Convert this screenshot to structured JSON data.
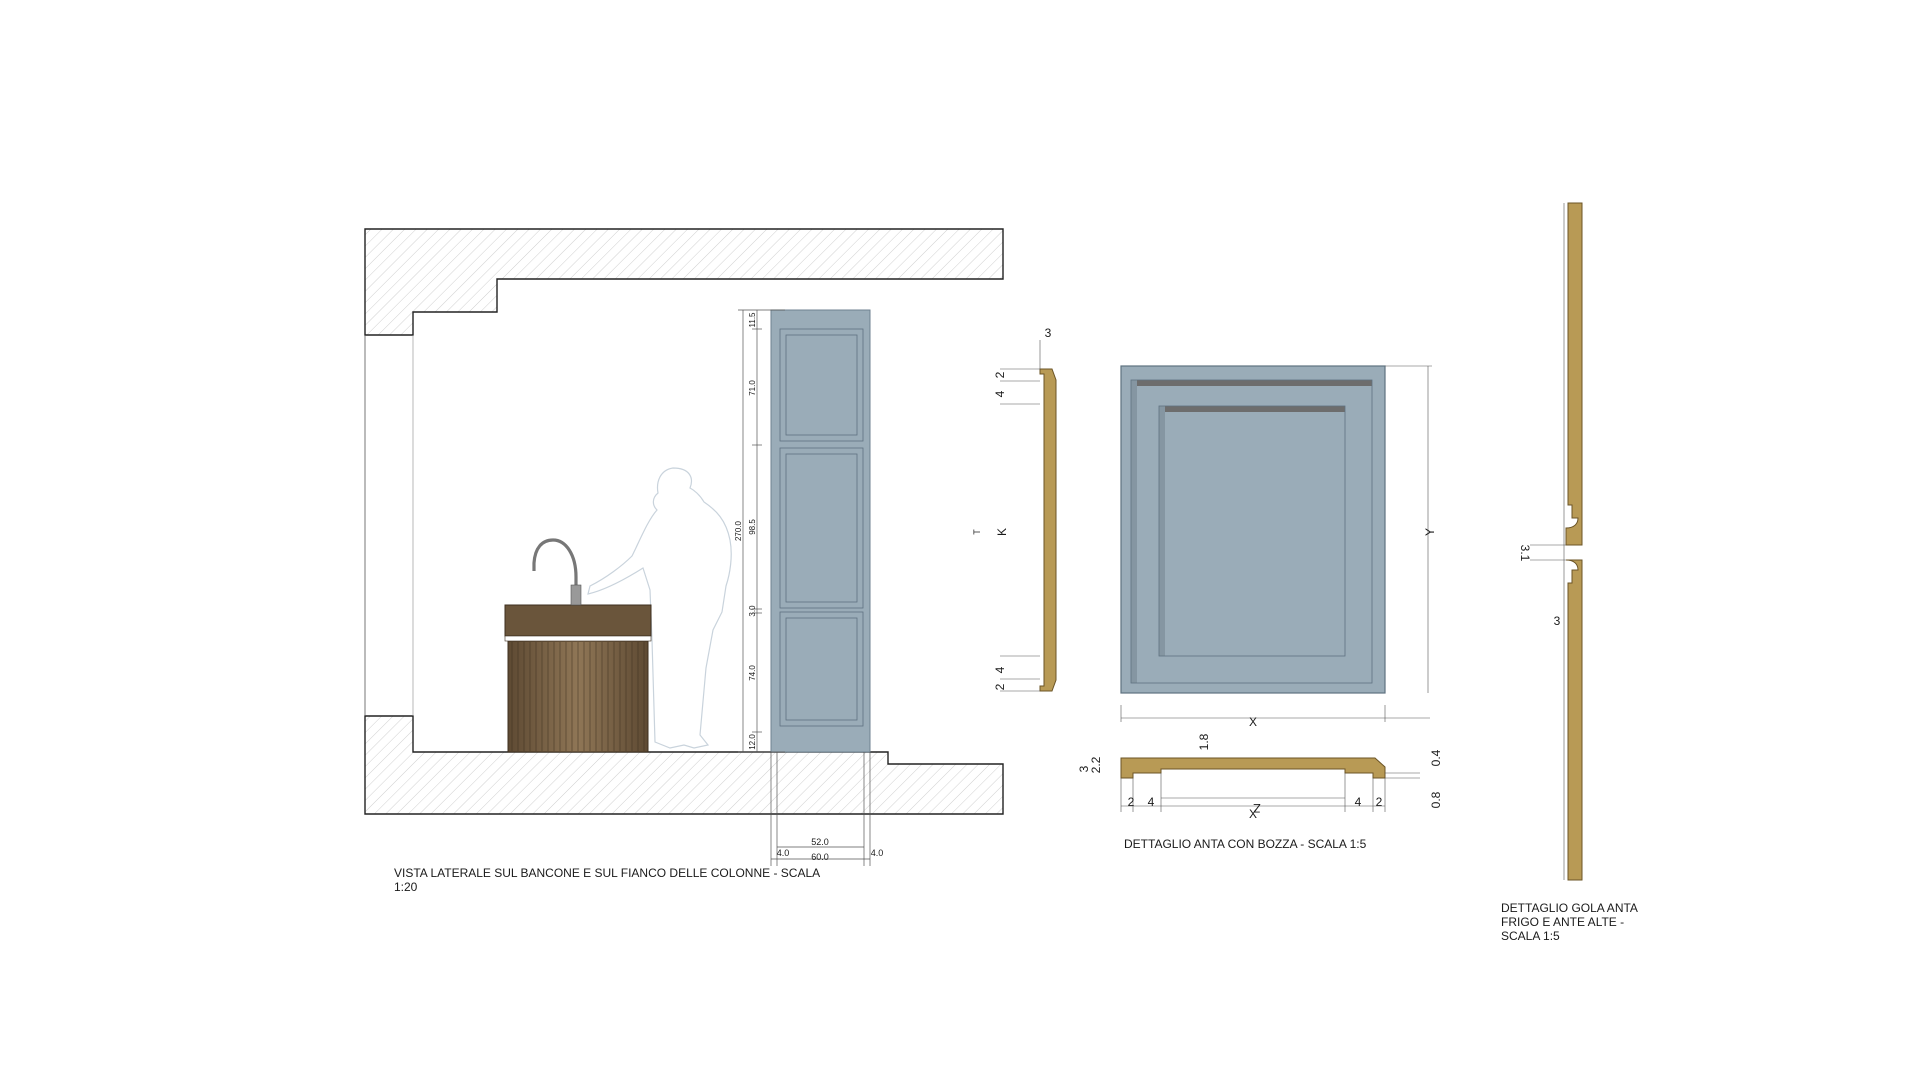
{
  "captions": {
    "side_view": "VISTA LATERALE SUL BANCONE E SUL FIANCO DELLE COLONNE - SCALA 1:20",
    "door_detail": "DETTAGLIO ANTA CON BOZZA - SCALA 1:5",
    "gola_detail": "DETTAGLIO GOLA ANTA  FRIGO E ANTE ALTE - SCALA 1:5"
  },
  "side_view_dims": {
    "d1": "11.5",
    "d2": "71.0",
    "d3": "98.5",
    "d4": "3.0",
    "d5": "74.0",
    "d6": "12.0",
    "total": "270.0",
    "w_inner": "52.0",
    "w_total": "60.0",
    "w_left": "4.0",
    "w_right": "4.0"
  },
  "door_section_dims": {
    "top": "3",
    "a": "2",
    "b": "4",
    "k": "K",
    "k2": "T",
    "c": "4",
    "d": "2"
  },
  "door_front_dims": {
    "x": "X",
    "y": "Y"
  },
  "door_bottom_dims": {
    "d18": "1.8",
    "d3": "3",
    "d22": "2.2",
    "l2": "2",
    "l4": "4",
    "z": "Z",
    "x": "X",
    "r4": "4",
    "r2": "2",
    "d04": "0.4",
    "d08": "0.8"
  },
  "gola_dims": {
    "d31": "3.1",
    "d3": "3"
  },
  "colors": {
    "door_blue": "#9aacb8",
    "wood_gold": "#b89a55",
    "counter_bronze": "#7a6446",
    "hatch": "#b5b5b5"
  }
}
